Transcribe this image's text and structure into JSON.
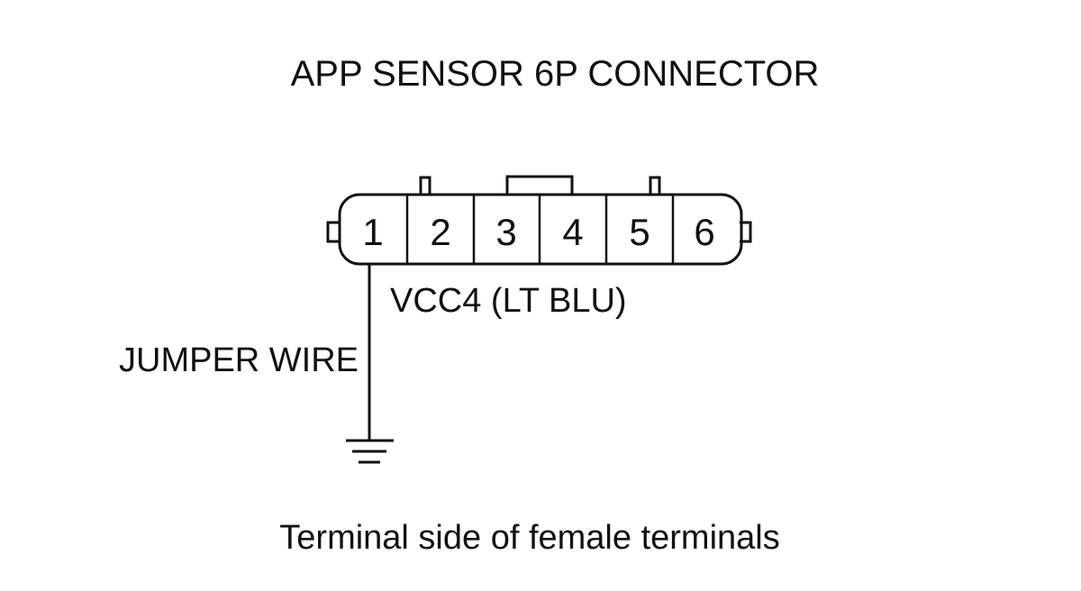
{
  "title": "APP SENSOR 6P CONNECTOR",
  "connector": {
    "pins": [
      "1",
      "2",
      "3",
      "4",
      "5",
      "6"
    ]
  },
  "wire_label": "VCC4 (LT BLU)",
  "jumper_label": "JUMPER WIRE",
  "caption": "Terminal side of female terminals",
  "icons": {
    "ground": "ground-symbol-icon"
  }
}
